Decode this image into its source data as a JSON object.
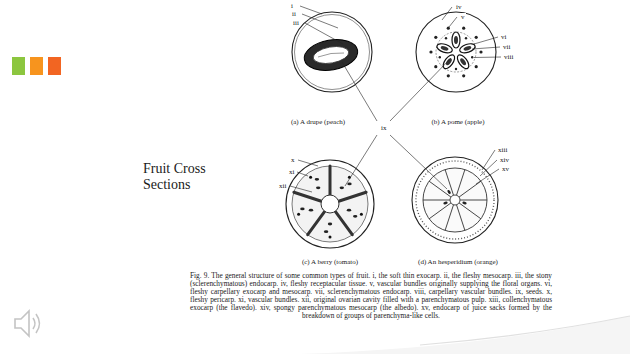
{
  "diagram": {
    "title": "Fruit Cross Sections",
    "caption": "Fig. 9. The general structure of some common types of fruit. i, the soft thin exocarp. ii, the fleshy mesocarp. iii, the stony (sclerenchymatous) endocarp. iv, fleshy receptacular tissue. v, vascular bundles originally supplying the floral organs. vi, fleshy carpellary exocarp and mesocarp. vii, sclerenchymatous endocarp. viii, carpellary vascular bundles. ix, seeds. x, fleshy pericarp. xi, vascular bundles. xii, original ovarian cavity filled with a parenchymatous pulp. xiii, collenchymatous exocarp (the flavedo). xiv, spongy parenchymatous mesocarp (the albedo). xv, endocarp of juice sacks formed by the breakdown of groups of parenchyma-like cells.",
    "labels": [
      "i",
      "ii",
      "iii",
      "iv",
      "v",
      "vi",
      "vii",
      "viii",
      "ix",
      "x",
      "xi",
      "xii",
      "xiii",
      "xiv",
      "xv",
      "(a) A drupe (peach)",
      "(b) A pome (apple)",
      "(c) A berry (tomato)",
      "(d) An hesperidium (orange)"
    ]
  }
}
